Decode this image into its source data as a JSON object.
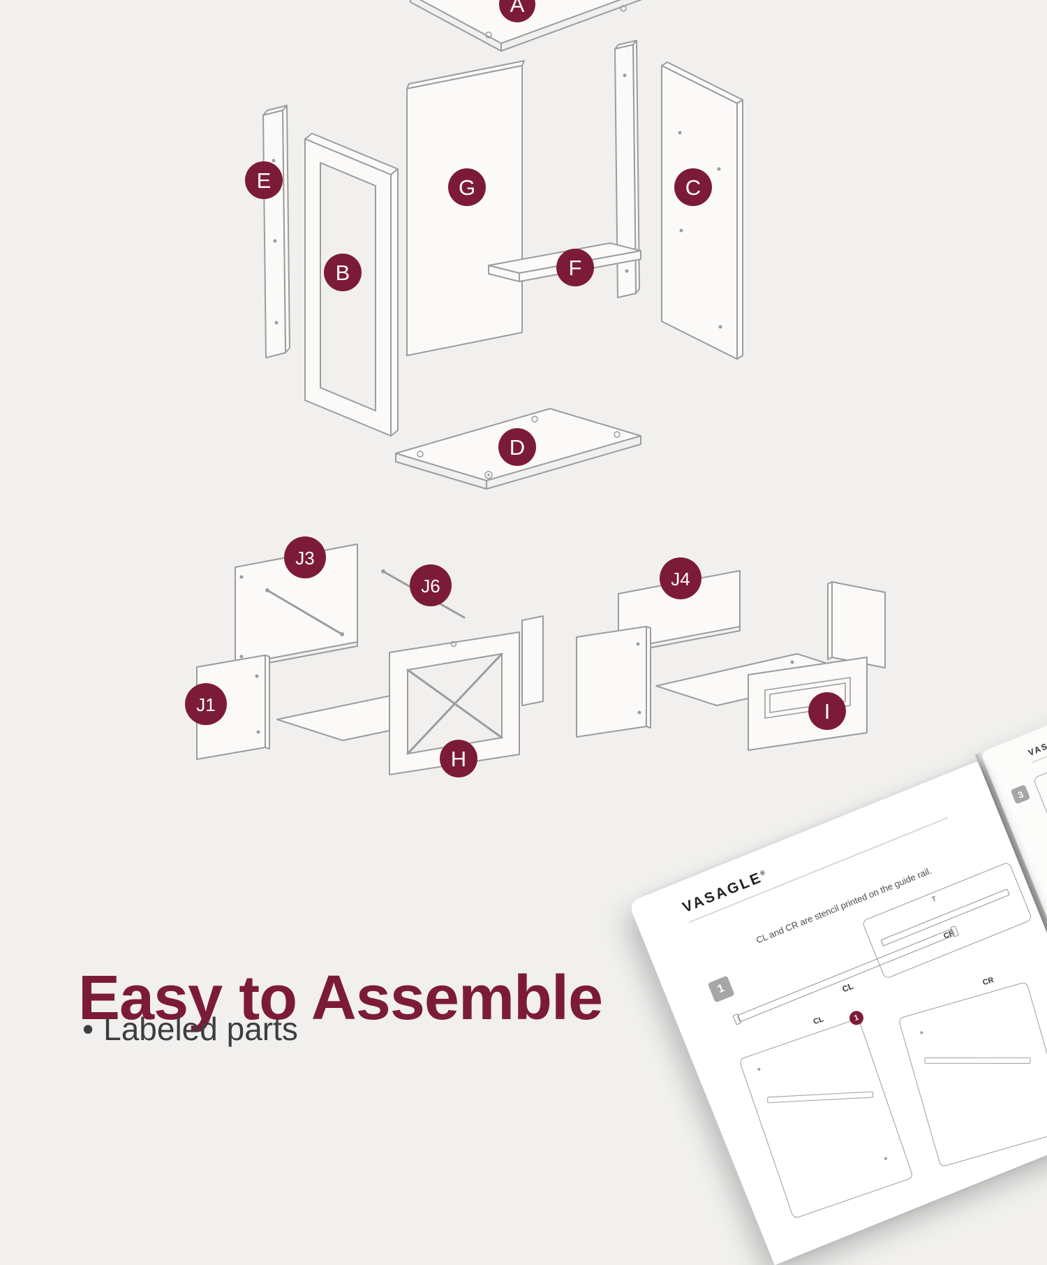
{
  "colors": {
    "accent": "#7c1b38",
    "line_gray": "#9c9c9c",
    "background": "#f1f0ee"
  },
  "diagram": {
    "parts": [
      {
        "id": "A"
      },
      {
        "id": "E"
      },
      {
        "id": "B"
      },
      {
        "id": "G"
      },
      {
        "id": "F"
      },
      {
        "id": "C"
      },
      {
        "id": "D"
      },
      {
        "id": "J3"
      },
      {
        "id": "J6"
      },
      {
        "id": "J1"
      },
      {
        "id": "H"
      },
      {
        "id": "J4"
      },
      {
        "id": "I"
      }
    ]
  },
  "heading": {
    "title": "Easy to Assemble"
  },
  "features": {
    "bullet": "•",
    "items": [
      "Labeled parts"
    ]
  },
  "manual": {
    "brand": "VASAGLE",
    "registered": "®",
    "step_left": "1",
    "step_right": "3",
    "note": "CL and CR are stencil printed on the guide rail.",
    "label_cl": "CL",
    "label_cr": "CR",
    "label_t": "T"
  }
}
